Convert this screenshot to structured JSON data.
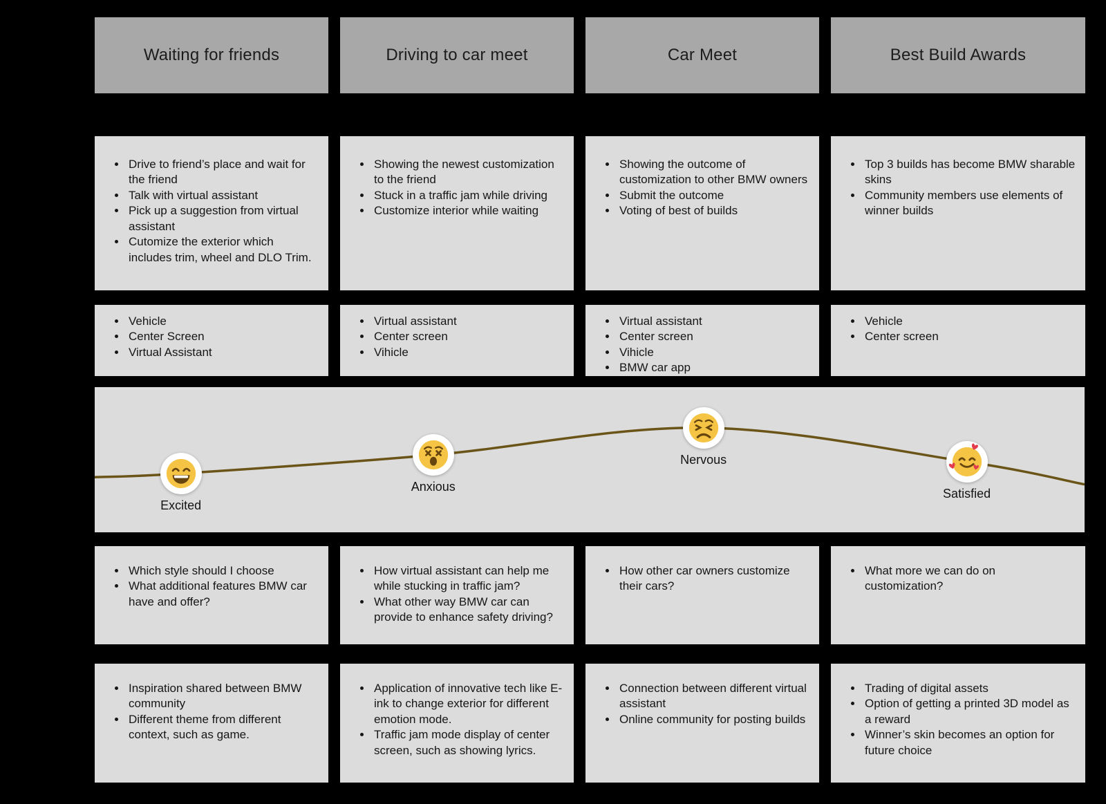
{
  "stages": [
    {
      "title": "Waiting for friends",
      "actions": [
        "Drive to friend’s place and wait for the friend",
        "Talk with virtual assistant",
        "Pick up a suggestion from virtual assistant",
        "Cutomize the exterior which includes trim, wheel and DLO Trim."
      ],
      "touchpoints": [
        "Vehicle",
        "Center Screen",
        "Virtual Assistant"
      ],
      "questions": [
        "Which style should I choose",
        "What additional features BMW car have and offer?"
      ],
      "opportunities": [
        "Inspiration shared between BMW community",
        "Different theme from different context, such as game."
      ]
    },
    {
      "title": "Driving to car meet",
      "actions": [
        "Showing the newest customization to the friend",
        "Stuck in a traffic jam while driving",
        "Customize interior while waiting"
      ],
      "touchpoints": [
        "Virtual assistant",
        "Center screen",
        "Vihicle"
      ],
      "questions": [
        "How virtual assistant can help me while stucking in traffic jam?",
        "What other way BMW car can provide to enhance safety driving?"
      ],
      "opportunities": [
        "Application of innovative tech like E-ink to change exterior for different emotion mode.",
        "Traffic jam mode display of center screen, such as showing lyrics."
      ]
    },
    {
      "title": "Car Meet",
      "actions": [
        "Showing the outcome of customization to other BMW owners",
        "Submit the outcome",
        "Voting of best of builds"
      ],
      "touchpoints": [
        "Virtual assistant",
        "Center screen",
        "Vihicle",
        "BMW car app"
      ],
      "questions": [
        "How other car owners customize their cars?"
      ],
      "opportunities": [
        "Connection between different virtual assistant",
        "Online community for posting builds"
      ]
    },
    {
      "title": "Best Build Awards",
      "actions": [
        "Top 3 builds has become BMW sharable skins",
        "Community members use elements of winner builds"
      ],
      "touchpoints": [
        "Vehicle",
        "Center screen"
      ],
      "questions": [
        "What more we can do on customization?"
      ],
      "opportunities": [
        "Trading of digital assets",
        "Option of getting a printed 3D model as a reward",
        "Winner’s skin becomes an option for future choice"
      ]
    }
  ],
  "emotion_curve": {
    "points": [
      {
        "label": "Excited",
        "emoji": "beaming-face",
        "x": 0.087,
        "y": 0.595
      },
      {
        "label": "Anxious",
        "emoji": "dizzy-face",
        "x": 0.342,
        "y": 0.467
      },
      {
        "label": "Nervous",
        "emoji": "persevering-face",
        "x": 0.615,
        "y": 0.28
      },
      {
        "label": "Satisfied",
        "emoji": "smiling-face-with-hearts",
        "x": 0.881,
        "y": 0.514
      }
    ],
    "edge_left_y": 0.62,
    "edge_right_y": 0.67
  },
  "colors": {
    "background": "#000000",
    "header_box": "#a8a8a8",
    "content_box": "#dcdcdc",
    "text": "#161616",
    "curve_line": "#6b5417",
    "emoji_face": "#f6c445",
    "emoji_features": "#66450e",
    "heart": "#e23d4e",
    "marker_ring": "#ffffff"
  }
}
